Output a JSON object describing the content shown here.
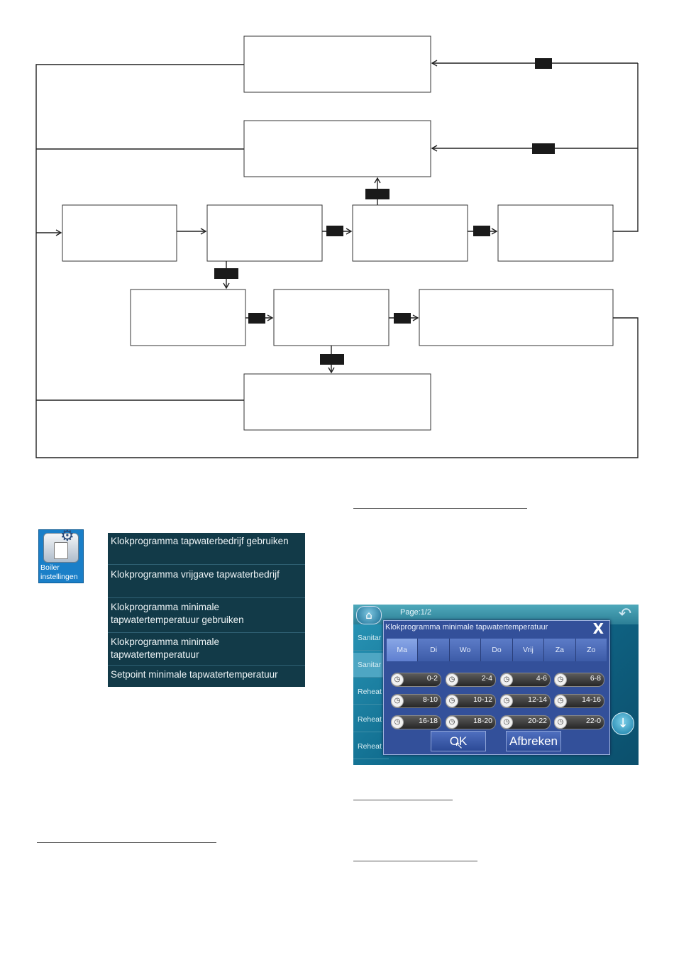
{
  "boiler_icon": {
    "label": "Boiler instellingen"
  },
  "menu": {
    "items": [
      "Klokprogramma tapwaterbedrijf gebruiken",
      "Klokprogramma vrijgave tapwaterbedrijf",
      "Klokprogramma minimale tapwatertemperatuur gebruiken",
      "Klokprogramma minimale tapwatertemperatuur",
      "Setpoint minimale tapwatertemperatuur"
    ]
  },
  "screen": {
    "page": "Page:1/2",
    "side_tabs": [
      "Sanitar",
      "Sanitar",
      "Reheat",
      "Reheat",
      "Reheat"
    ],
    "dialog_title": "Klokprogramma minimale tapwatertemperatuur",
    "close": "X",
    "days": [
      "Ma",
      "Di",
      "Wo",
      "Do",
      "Vrij",
      "Za",
      "Zo"
    ],
    "selected_day": "Ma",
    "slots": [
      "0-2",
      "2-4",
      "4-6",
      "6-8",
      "8-10",
      "10-12",
      "12-14",
      "14-16",
      "16-18",
      "18-20",
      "20-22",
      "22-0"
    ],
    "ok": "OK",
    "cancel": "Afbreken"
  },
  "icons": {
    "home": "home-icon",
    "back": "back-arrow-icon",
    "down": "down-arrow-icon",
    "clock": "clock-icon",
    "cursor": "mouse-cursor-icon"
  }
}
